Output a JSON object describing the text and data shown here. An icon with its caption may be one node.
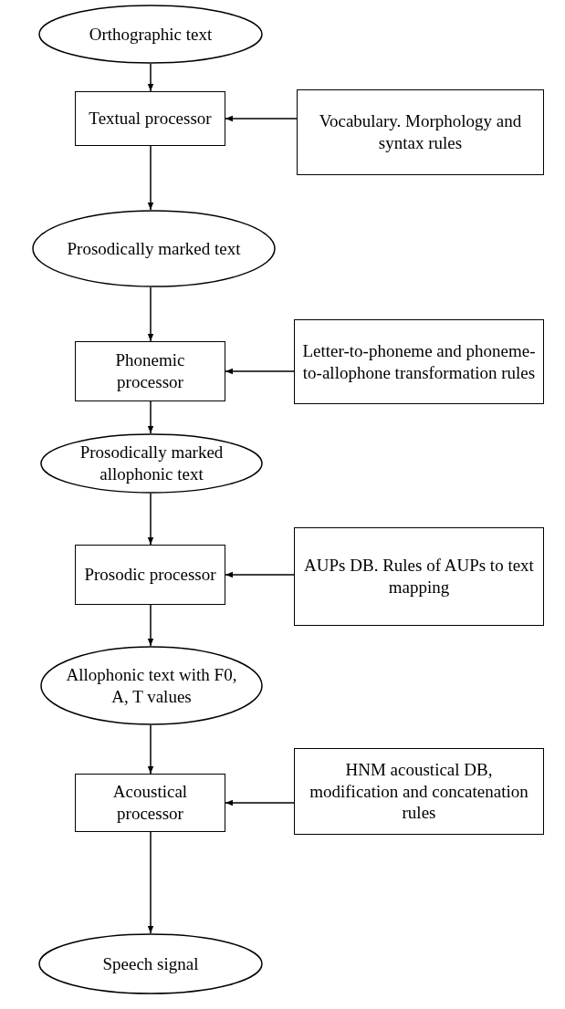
{
  "diagram": {
    "nodes": [
      {
        "text": [
          "Orthographic text"
        ]
      },
      {
        "text": [
          "Textual processor"
        ]
      },
      {
        "text": [
          "Vocabulary. Morphology and syntax rules"
        ]
      },
      {
        "text": [
          "Prosodically marked text"
        ]
      },
      {
        "text": [
          "Phonemic processor"
        ]
      },
      {
        "text": [
          "Letter-to-phoneme and phoneme-to-allophone transformation rules"
        ]
      },
      {
        "text": [
          "Prosodically marked allophonic text"
        ]
      },
      {
        "text": [
          "Prosodic processor"
        ]
      },
      {
        "text": [
          "AUPs DB. Rules of AUPs to text mapping"
        ]
      },
      {
        "text": [
          "Allophonic text with F0, A, T values"
        ]
      },
      {
        "text": [
          "Acoustical processor"
        ]
      },
      {
        "text": [
          "HNM acoustical DB, modification and concatenation rules"
        ]
      },
      {
        "text": [
          "Speech signal"
        ]
      }
    ],
    "edges": [
      {
        "from": 0,
        "to": 1,
        "arrow": "to"
      },
      {
        "from": 2,
        "to": 1,
        "arrow": "to"
      },
      {
        "from": 1,
        "to": 3,
        "arrow": "to"
      },
      {
        "from": 3,
        "to": 4,
        "arrow": "to"
      },
      {
        "from": 5,
        "to": 4,
        "arrow": "to"
      },
      {
        "from": 4,
        "to": 6,
        "arrow": "to"
      },
      {
        "from": 6,
        "to": 7,
        "arrow": "to"
      },
      {
        "from": 8,
        "to": 7,
        "arrow": "to"
      },
      {
        "from": 7,
        "to": 9,
        "arrow": "to"
      },
      {
        "from": 9,
        "to": 10,
        "arrow": "to"
      },
      {
        "from": 11,
        "to": 10,
        "arrow": "to"
      },
      {
        "from": 10,
        "to": 12,
        "arrow": "to"
      }
    ]
  }
}
